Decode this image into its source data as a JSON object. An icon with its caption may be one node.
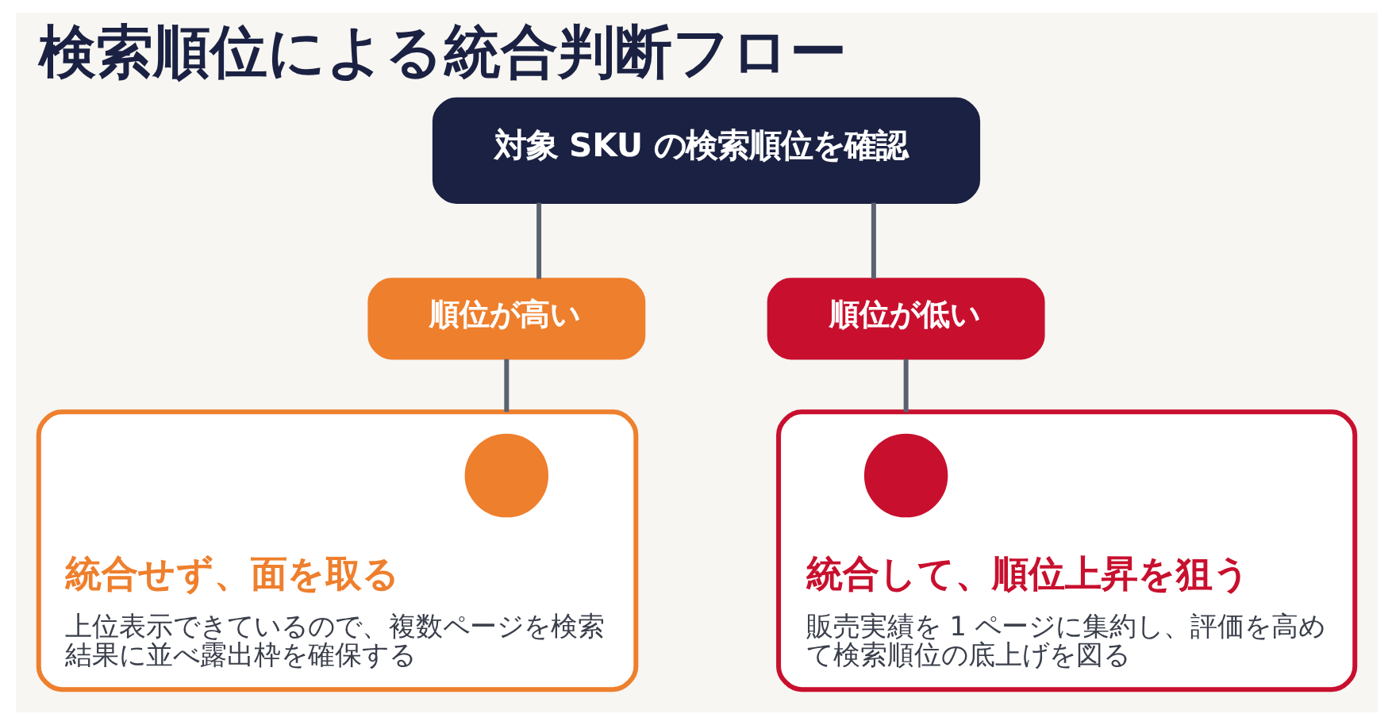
{
  "diagram": {
    "title": "検索順位による統合判断フロー",
    "nodes": [
      {
        "text": [
          "対象 SKU の検索順位を確認"
        ]
      },
      {
        "text": [
          "順位が高い"
        ]
      },
      {
        "text": [
          "順位が低い"
        ]
      },
      {
        "text": [
          "統合せず、面を取る",
          "上位表示できているので、複数ページを検索結果に並べ露出枠を確保する"
        ]
      },
      {
        "text": [
          "統合して、順位上昇を狙う",
          "販売実績を 1 ページに集約し、評価を高めて検索順位の底上げを図る"
        ]
      },
      {
        "text": [],
        "shape": "circle",
        "in": 3
      },
      {
        "text": [],
        "shape": "circle",
        "in": 4
      }
    ],
    "edges": [
      {
        "from": 0,
        "to": 1,
        "arrow": "none"
      },
      {
        "from": 0,
        "to": 2,
        "arrow": "none"
      },
      {
        "from": 1,
        "to": 3,
        "arrow": "none"
      },
      {
        "from": 2,
        "to": 4,
        "arrow": "none"
      }
    ]
  }
}
